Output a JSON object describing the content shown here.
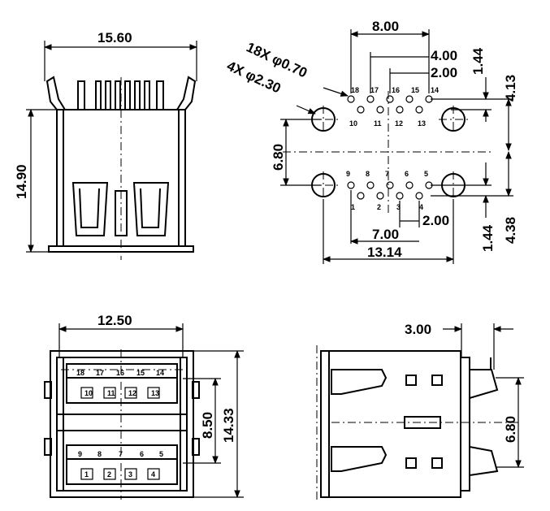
{
  "views": {
    "front": {
      "dims": {
        "width": "15.60",
        "height": "14.90"
      }
    },
    "pcb_layout": {
      "dims": {
        "pitch_total": "8.00",
        "d4_00": "4.00",
        "d2_00_top": "2.00",
        "d1_44_top": "1.44",
        "d4_13": "4.13",
        "d6_80": "6.80",
        "d7_00": "7.00",
        "d13_14": "13.14",
        "d2_00_bottom": "2.00",
        "d1_44_bottom": "1.44",
        "d4_38": "4.38"
      },
      "holes_small": "18X φ0.70",
      "holes_large": "4X φ2.30",
      "pins_top_row1": [
        "18",
        "17",
        "16",
        "15",
        "14"
      ],
      "pins_top_row2": [
        "10",
        "11",
        "12",
        "13"
      ],
      "pins_bottom_row1": [
        "9",
        "8",
        "7",
        "6",
        "5"
      ],
      "pins_bottom_row2": [
        "1",
        "2",
        "3",
        "4"
      ]
    },
    "rear": {
      "dims": {
        "width": "12.50",
        "d8_50": "8.50",
        "d14_33": "14.33"
      },
      "top_labels": [
        "18",
        "17",
        "16",
        "15",
        "14"
      ],
      "top_boxes": [
        "10",
        "11",
        "12",
        "13"
      ],
      "bottom_labels": [
        "9",
        "8",
        "7",
        "6",
        "5"
      ],
      "bottom_boxes": [
        "1",
        "2",
        "3",
        "4"
      ]
    },
    "side": {
      "dims": {
        "d3_00": "3.00",
        "d6_80": "6.80"
      }
    }
  }
}
